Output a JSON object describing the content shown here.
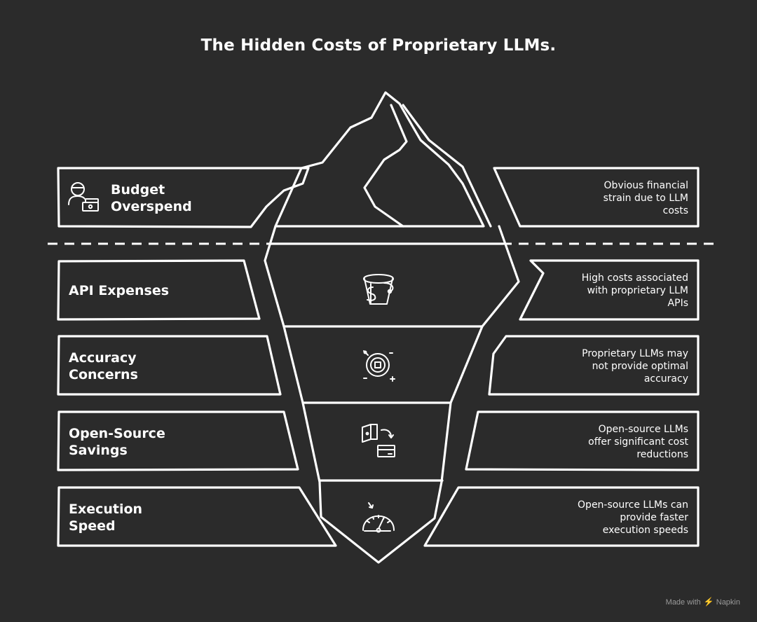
{
  "title": "The Hidden Costs of Proprietary LLMs.",
  "layers": [
    {
      "label_line1": "Budget",
      "label_line2": "Overspend",
      "desc_line1": "Obvious financial",
      "desc_line2": "strain due to LLM",
      "desc_line3": "costs",
      "icon": "person-money-icon"
    },
    {
      "label_line1": "API Expenses",
      "label_line2": "",
      "desc_line1": "High costs associated",
      "desc_line2": "with proprietary LLM",
      "desc_line3": "APIs",
      "icon": "money-bucket-icon"
    },
    {
      "label_line1": "Accuracy",
      "label_line2": "Concerns",
      "desc_line1": "Proprietary LLMs may",
      "desc_line2": "not provide optimal",
      "desc_line3": "accuracy",
      "icon": "target-icon"
    },
    {
      "label_line1": "Open-Source",
      "label_line2": "Savings",
      "desc_line1": "Open-source LLMs",
      "desc_line2": "offer significant cost",
      "desc_line3": "reductions",
      "icon": "wallet-transfer-icon"
    },
    {
      "label_line1": "Execution",
      "label_line2": "Speed",
      "desc_line1": "Open-source LLMs can",
      "desc_line2": "provide faster",
      "desc_line3": "execution speeds",
      "icon": "speedometer-icon"
    }
  ],
  "footer": {
    "made_with": "Made with",
    "brand": "Napkin"
  },
  "colors": {
    "background": "#2b2b2b",
    "stroke": "#ffffff",
    "muted": "#9a9a9a"
  }
}
